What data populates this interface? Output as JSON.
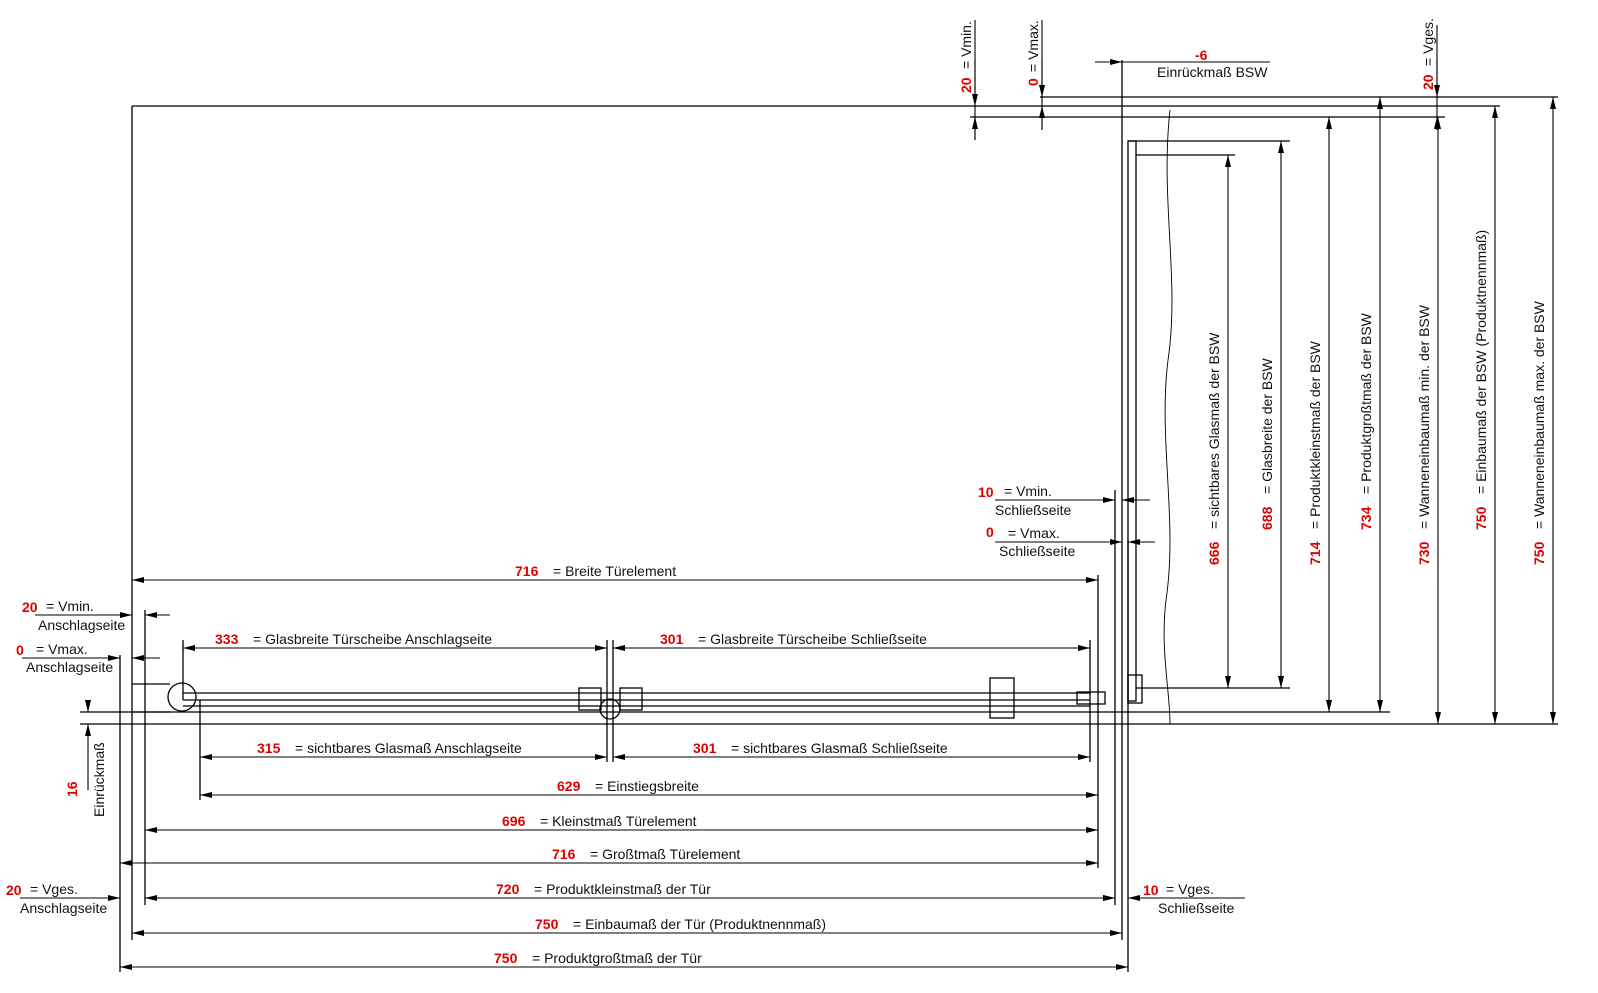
{
  "colors": {
    "value": "#e00000",
    "line": "#000000",
    "text": "#111111"
  },
  "horizontal_dimensions": [
    {
      "value": "716",
      "label": "= Breite Türelement"
    },
    {
      "value": "333",
      "label": "= Glasbreite Türscheibe Anschlagseite"
    },
    {
      "value": "301",
      "label": "= Glasbreite Türscheibe Schließseite"
    },
    {
      "value": "315",
      "label": "= sichtbares Glasmaß Anschlagseite"
    },
    {
      "value": "301",
      "label": "= sichtbares Glasmaß Schließseite"
    },
    {
      "value": "629",
      "label": "= Einstiegsbreite"
    },
    {
      "value": "696",
      "label": "= Kleinstmaß Türelement"
    },
    {
      "value": "716",
      "label": "= Großtmaß Türelement"
    },
    {
      "value": "720",
      "label": "= Produktkleinstmaß der Tür"
    },
    {
      "value": "750",
      "label": "= Einbaumaß der Tür (Produktnennmaß)"
    },
    {
      "value": "750",
      "label": "= Produktgroßtmaß der Tür"
    }
  ],
  "vertical_dimensions": [
    {
      "value": "666",
      "label": "= sichtbares Glasmaß der BSW"
    },
    {
      "value": "688",
      "label": "= Glasbreite der BSW"
    },
    {
      "value": "714",
      "label": "= Produktkleinstmaß der BSW"
    },
    {
      "value": "734",
      "label": "= Produktgroßtmaß der BSW"
    },
    {
      "value": "730",
      "label": "= Wanneneinbaumaß min. der BSW"
    },
    {
      "value": "750",
      "label": "= Einbaumaß der BSW (Produktnennmaß)"
    },
    {
      "value": "750",
      "label": "= Wanneneinbaumaß max. der BSW"
    }
  ],
  "top_labels": {
    "vmin": {
      "value": "20",
      "label": "= Vmin."
    },
    "vmax": {
      "value": "0",
      "label": "= Vmax."
    },
    "vges": {
      "value": "20",
      "label": "= Vges."
    },
    "einrueck_bsw": {
      "value": "-6",
      "label": "Einrückmaß BSW"
    }
  },
  "side_labels": {
    "vmin_anschlag": {
      "value": "20",
      "label": "= Vmin.",
      "sub": "Anschlagseite"
    },
    "vmax_anschlag": {
      "value": "0",
      "label": "= Vmax.",
      "sub": "Anschlagseite"
    },
    "einrueck": {
      "value": "16",
      "label": "Einrückmaß"
    },
    "vges_anschlag": {
      "value": "20",
      "label": "= Vges.",
      "sub": "Anschlagseite"
    },
    "vmin_schliess": {
      "value": "10",
      "label": "= Vmin.",
      "sub": "Schließseite"
    },
    "vmax_schliess": {
      "value": "0",
      "label": "= Vmax.",
      "sub": "Schließseite"
    },
    "vges_schliess": {
      "value": "10",
      "label": "= Vges.",
      "sub": "Schließseite"
    }
  }
}
